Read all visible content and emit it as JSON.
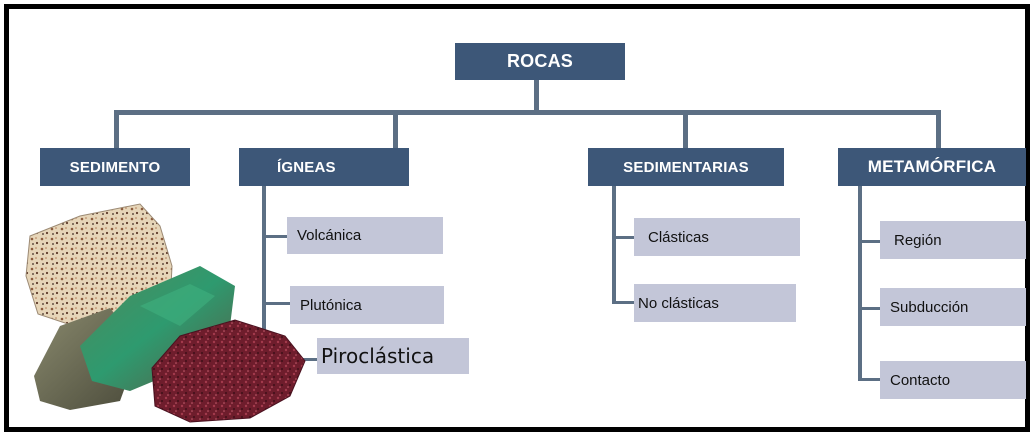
{
  "title": "ROCAS",
  "categories": [
    {
      "label": "SEDIMENTO",
      "children": []
    },
    {
      "label": "ÍGNEAS",
      "children": [
        "Volcánica",
        "Plutónica",
        "Piroclástica"
      ]
    },
    {
      "label": "SEDIMENTARIAS",
      "children": [
        "Clásticas",
        "No clásticas"
      ]
    },
    {
      "label": "METAMÓRFICA",
      "children": [
        "Región",
        "Subducción",
        "Contacto"
      ]
    }
  ],
  "colors": {
    "header_box": "#3d5778",
    "leaf_box": "#c3c6d8",
    "connector": "#5c6f84",
    "frame": "#000000"
  },
  "image": {
    "subject": "rock-samples-photo"
  }
}
